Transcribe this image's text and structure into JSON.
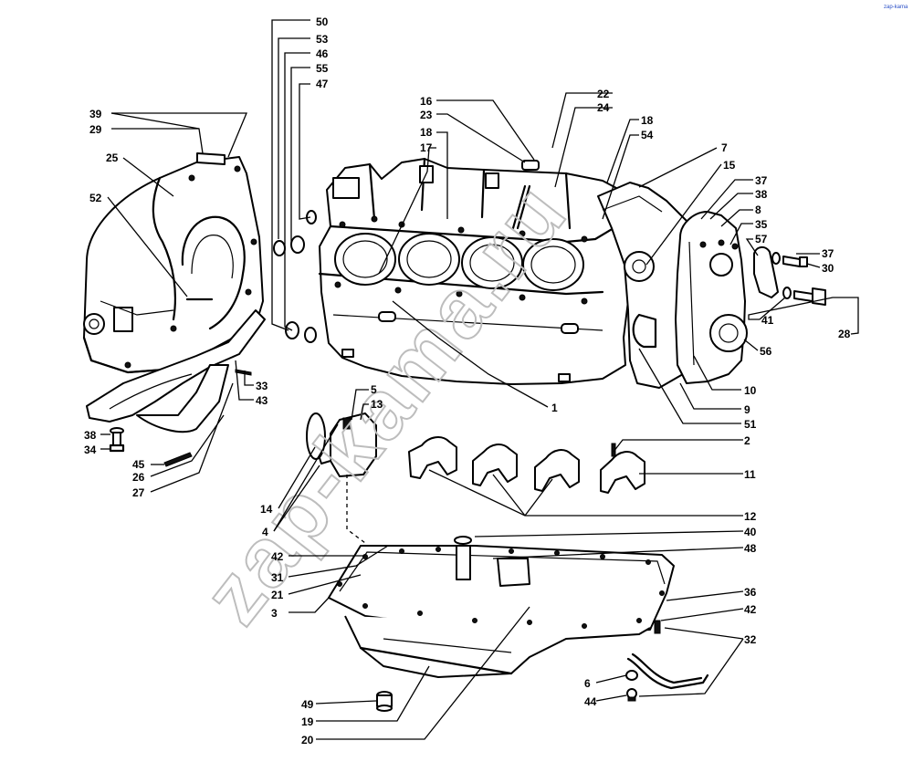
{
  "watermark": "zap-kama.ru",
  "corner_mark": "zap-kama",
  "labels": {
    "l50": "50",
    "l53": "53",
    "l46": "46",
    "l55": "55",
    "l47": "47",
    "l39": "39",
    "l29": "29",
    "l25": "25",
    "l52": "52",
    "l16": "16",
    "l23": "23",
    "l18a": "18",
    "l17": "17",
    "l22": "22",
    "l24": "24",
    "l18b": "18",
    "l54": "54",
    "l7": "7",
    "l15": "15",
    "l37a": "37",
    "l38a": "38",
    "l8": "8",
    "l35": "35",
    "l57": "57",
    "l37b": "37",
    "l30": "30",
    "l28": "28",
    "l41": "41",
    "l56": "56",
    "l10": "10",
    "l9": "9",
    "l51": "51",
    "l1": "1",
    "l33": "33",
    "l43": "43",
    "l38b": "38",
    "l34": "34",
    "l45": "45",
    "l26": "26",
    "l27": "27",
    "l5": "5",
    "l13": "13",
    "l2": "2",
    "l11": "11",
    "l12": "12",
    "l14": "14",
    "l4": "4",
    "l40": "40",
    "l48": "48",
    "l42a": "42",
    "l31": "31",
    "l21": "21",
    "l3": "3",
    "l36": "36",
    "l42b": "42",
    "l32": "32",
    "l6": "6",
    "l44": "44",
    "l49": "49",
    "l19": "19",
    "l20": "20"
  }
}
